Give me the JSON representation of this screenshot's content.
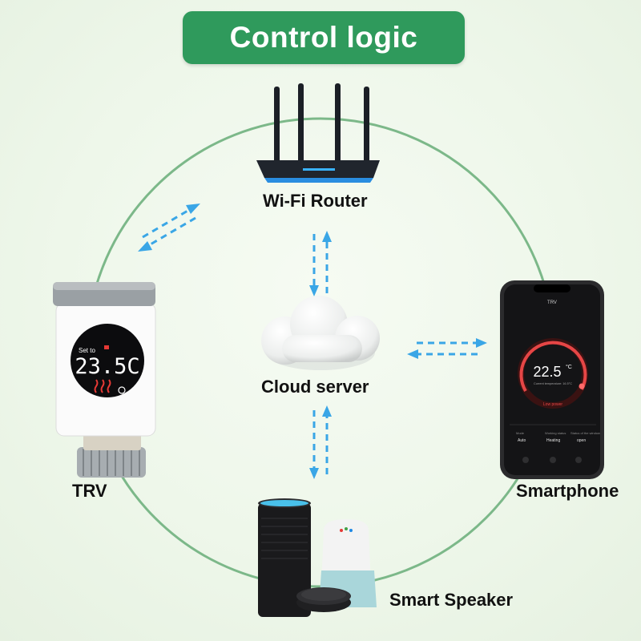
{
  "title": "Control logic",
  "labels": {
    "router": "Wi-Fi Router",
    "cloud": "Cloud server",
    "trv": "TRV",
    "phone": "Smartphone",
    "speaker": "Smart Speaker"
  },
  "trv_display": {
    "set_label": "Set to",
    "temperature": "23.5C"
  },
  "phone_screen": {
    "header": "TRV",
    "temperature": "22.5",
    "unit": "°C",
    "sub_label": "Current temperature: 16.5°C",
    "status": "Low power",
    "info_labels": [
      "Mode",
      "Working status",
      "Status of the window"
    ],
    "info_values": [
      "Auto",
      "Heating",
      "open"
    ]
  },
  "colors": {
    "title_bg": "#2f9a5c",
    "circle": "#7cb889",
    "arrow": "#3aa6e6",
    "trv_digits": "#ffffff",
    "phone_arc": "#e64646"
  }
}
